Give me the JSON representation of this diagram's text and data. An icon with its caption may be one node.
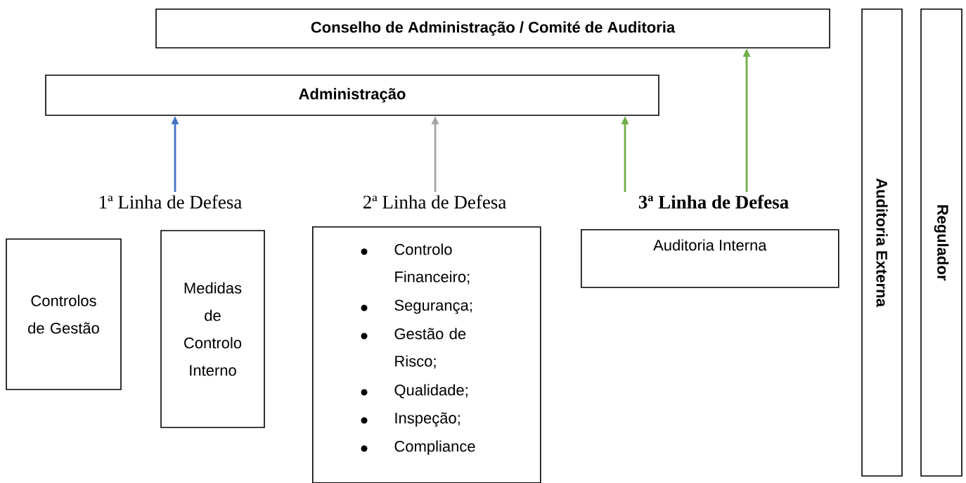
{
  "diagram": {
    "nodes": [
      {
        "text": [
          "Conselho de Administração / Comité de Auditoria"
        ]
      },
      {
        "text": [
          "Administração"
        ]
      },
      {
        "text": [
          "1ª Linha de Defesa"
        ]
      },
      {
        "text": [
          "2ª Linha de Defesa"
        ]
      },
      {
        "text": [
          "3ª Linha de Defesa"
        ]
      },
      {
        "text": [
          "Controlos de Gestão"
        ]
      },
      {
        "text": [
          "Medidas de Controlo Interno"
        ]
      },
      {
        "text": [
          "Controlo Financeiro;",
          "Segurança;",
          "Gestão de Risco;",
          "Qualidade;",
          "Inspeção;",
          "Compliance"
        ]
      },
      {
        "text": [
          "Auditoria Interna"
        ]
      },
      {
        "text": [
          "Auditoria Externa"
        ]
      },
      {
        "text": [
          "Regulador"
        ]
      }
    ],
    "edges": [
      {
        "from": 2,
        "to": 1,
        "arrow": "to",
        "color": "#4472c4"
      },
      {
        "from": 3,
        "to": 1,
        "arrow": "to",
        "color": "#a5a5a5"
      },
      {
        "from": 4,
        "to": 1,
        "arrow": "to",
        "color": "#70ad47"
      },
      {
        "from": 4,
        "to": 0,
        "arrow": "to",
        "color": "#70ad47"
      }
    ]
  }
}
